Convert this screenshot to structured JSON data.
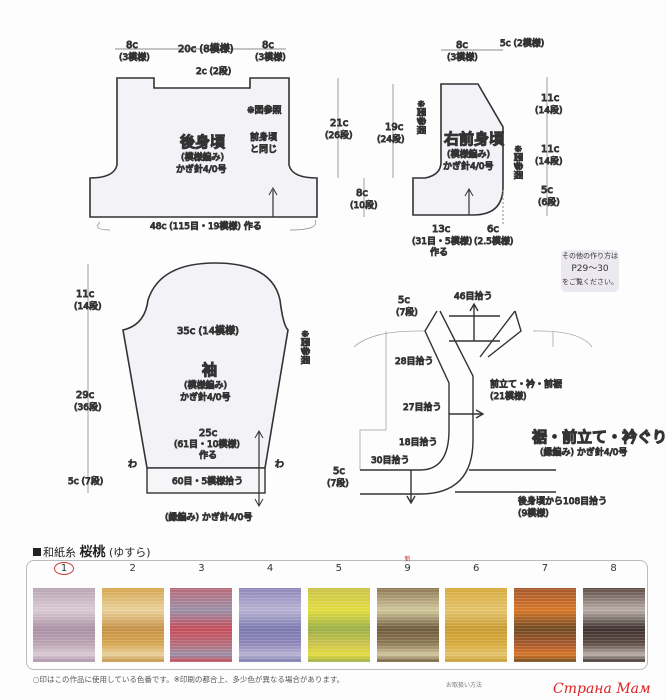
{
  "back": {
    "title": "後身頃",
    "stitch": "(模様編み)",
    "hook": "かぎ針4/0号",
    "top_left": "8c",
    "top_left_sub": "(3模様)",
    "top_mid": "20c (8模様)",
    "top_right": "8c",
    "top_right_sub": "(3模様)",
    "neck_depth": "2c (2段)",
    "see_fig": "※図参照",
    "same_as_front_1": "前身頃",
    "same_as_front_2": "と同じ",
    "height1": "21c",
    "height1_sub": "(26段)",
    "height2": "8c",
    "height2_sub": "(10段)",
    "bottom": "48c (115目・19模様) 作る"
  },
  "front": {
    "title": "右前身頃",
    "stitch": "(模様編み)",
    "hook": "かぎ針4/0号",
    "top_w": "8c",
    "top_w_sub": "(3模様)",
    "top_r": "5c (2模様)",
    "left_h": "19c",
    "left_h_sub": "(24段)",
    "see_fig": "※図参照",
    "r1": "11c",
    "r1_sub": "(14段)",
    "r2": "11c",
    "r2_sub": "(14段)",
    "r3": "5c",
    "r3_sub": "(6段)",
    "bottom": "13c",
    "bottom_sub": "(31目・5模様)",
    "bottom_make": "作る",
    "bottom_r": "6c",
    "bottom_r_sub": "(2.5模様)"
  },
  "reference": {
    "line1": "その他の作り方は",
    "line2": "P29～30",
    "line3": "をご覧ください。"
  },
  "sleeve": {
    "title": "袖",
    "stitch": "(模様編み)",
    "hook": "かぎ針4/0号",
    "cap_h": "11c",
    "cap_h_sub": "(14段)",
    "body_h": "29c",
    "body_h_sub": "(36段)",
    "cuff_h": "5c (7段)",
    "width": "35c (14模様)",
    "see_fig": "※図参照",
    "cast": "25c",
    "cast_sub": "(61目・10模様)",
    "cast_make": "作る",
    "wa": "わ",
    "pickup": "60目・5模様拾う",
    "cuff": "(縁編み) かぎ針4/0号"
  },
  "band": {
    "title": "裾・前立て・衿ぐり",
    "sub": "(縁編み) かぎ針4/0号",
    "neck_h": "5c",
    "neck_h_sub": "(7段)",
    "p46": "46目拾う",
    "p28": "28目拾う",
    "p27": "27目拾う",
    "p18": "18目拾う",
    "p30": "30目拾う",
    "hem_h": "5c",
    "hem_h_sub": "(7段)",
    "front_band": "前立て・衿・前裾",
    "front_band_sub": "(21模様)",
    "back_pick": "後身頃から108目拾う",
    "back_pick_sub": "(9模様)"
  },
  "yarn": {
    "label": "和紙糸",
    "name": "桜桃",
    "reading": "(ゆすら)",
    "colors": [
      {
        "num": "1",
        "selected": true,
        "c": [
          "#b9a3b3",
          "#d9cbd4",
          "#a98fa3"
        ]
      },
      {
        "num": "2",
        "c": [
          "#d4a54f",
          "#e9d19a",
          "#c59045"
        ]
      },
      {
        "num": "3",
        "c": [
          "#b86a78",
          "#9a8fa7",
          "#c44d5a"
        ]
      },
      {
        "num": "4",
        "c": [
          "#8d86b8",
          "#b7b2d3",
          "#7b78ad"
        ]
      },
      {
        "num": "5",
        "c": [
          "#c9c24a",
          "#e3dc3f",
          "#9bae45"
        ]
      },
      {
        "num": "9",
        "new": "新",
        "c": [
          "#8c7853",
          "#d1c79c",
          "#6f5a3b"
        ]
      },
      {
        "num": "6",
        "c": [
          "#d6a93a",
          "#e3c36a",
          "#c99b32"
        ]
      },
      {
        "num": "7",
        "c": [
          "#a5562b",
          "#d77628",
          "#6f4a22"
        ]
      },
      {
        "num": "8",
        "c": [
          "#5d4a43",
          "#b9aea8",
          "#3c302c"
        ]
      }
    ],
    "note": "○印はこの作品に使用している色番です。※印刷の都合上、多少色が異なる場合があります。",
    "care_label": "お取扱い方法"
  },
  "watermark": "Страна Мам"
}
